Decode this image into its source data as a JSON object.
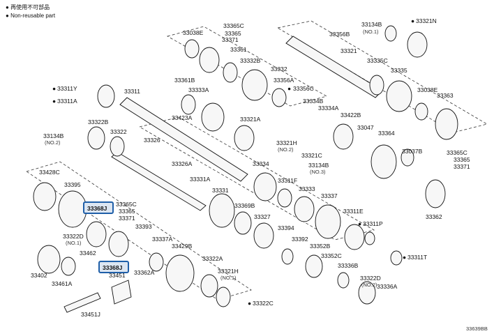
{
  "legend": {
    "items": [
      {
        "symbol": "●",
        "text": "再使用不可部品"
      },
      {
        "symbol": "●",
        "text": "Non-reusable part"
      }
    ]
  },
  "reference_code": "33639BB",
  "highlighted_parts": [
    "33368J",
    "33368J"
  ],
  "part_labels": [
    "33365C",
    "33365",
    "33371",
    "33038E",
    "33361",
    "33332B",
    "33332",
    "33356A",
    "33356C",
    "33334B",
    "33334A",
    "33422B",
    "33047",
    "33364",
    "33037B",
    "33365C",
    "33365",
    "33371",
    "33363",
    "33038E",
    "33335",
    "33335C",
    "33321",
    "33356B",
    "33134B",
    "33321N",
    "33311Y",
    "33311A",
    "33311",
    "33361B",
    "33333A",
    "33423A",
    "33321A",
    "33322B",
    "33134B",
    "33322",
    "33326",
    "33326A",
    "33331A",
    "33331",
    "33369B",
    "33327",
    "33321H",
    "33321C",
    "33134B",
    "33334",
    "33311F",
    "33333",
    "33337",
    "33311E",
    "33311P",
    "33362",
    "33428C",
    "33395",
    "33365C",
    "33365",
    "33371",
    "33393",
    "33322D",
    "33462",
    "33337A",
    "33429B",
    "33322A",
    "33321H",
    "33322C",
    "33394",
    "33392",
    "33352B",
    "33352C",
    "33336B",
    "33322D",
    "33336A",
    "33311T",
    "33402",
    "33461A",
    "33451",
    "33362A",
    "33451J"
  ],
  "qualifiers": [
    "(NO.1)",
    "(NO.2)",
    "(NO.2)",
    "(NO.3)",
    "(NO.1)",
    "(NO.1)",
    "(NO.2)"
  ],
  "non_reusable_marker": "●"
}
